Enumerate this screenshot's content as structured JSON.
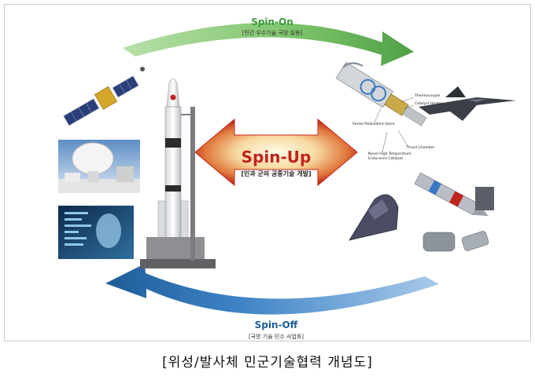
{
  "spin_on": {
    "title": "Spin-On",
    "subtitle": "[민간 우수기술 국방 실용]"
  },
  "spin_off": {
    "title": "Spin-Off",
    "subtitle": "[국방 기술 민수 사업화]"
  },
  "spin_up": {
    "title": "Spin-Up",
    "subtitle": "[민과 군의 공통기술 개발]"
  },
  "caption": "[위성/발사체 민군기술협력 개념도]",
  "thruster_labels": {
    "valve": "Series Redundant Valve",
    "thermocouple": "Thermocouple",
    "heater": "Catalyst Heater",
    "chamber": "Thrust Chamber",
    "catalyst": "Novel High Temperature Endurance Catalyst"
  },
  "colors": {
    "spin_on": "#7cc36a",
    "spin_off": "#2d6fb5",
    "spin_up_center": "#fff4d6",
    "spin_up_edge": "#c8281f"
  }
}
